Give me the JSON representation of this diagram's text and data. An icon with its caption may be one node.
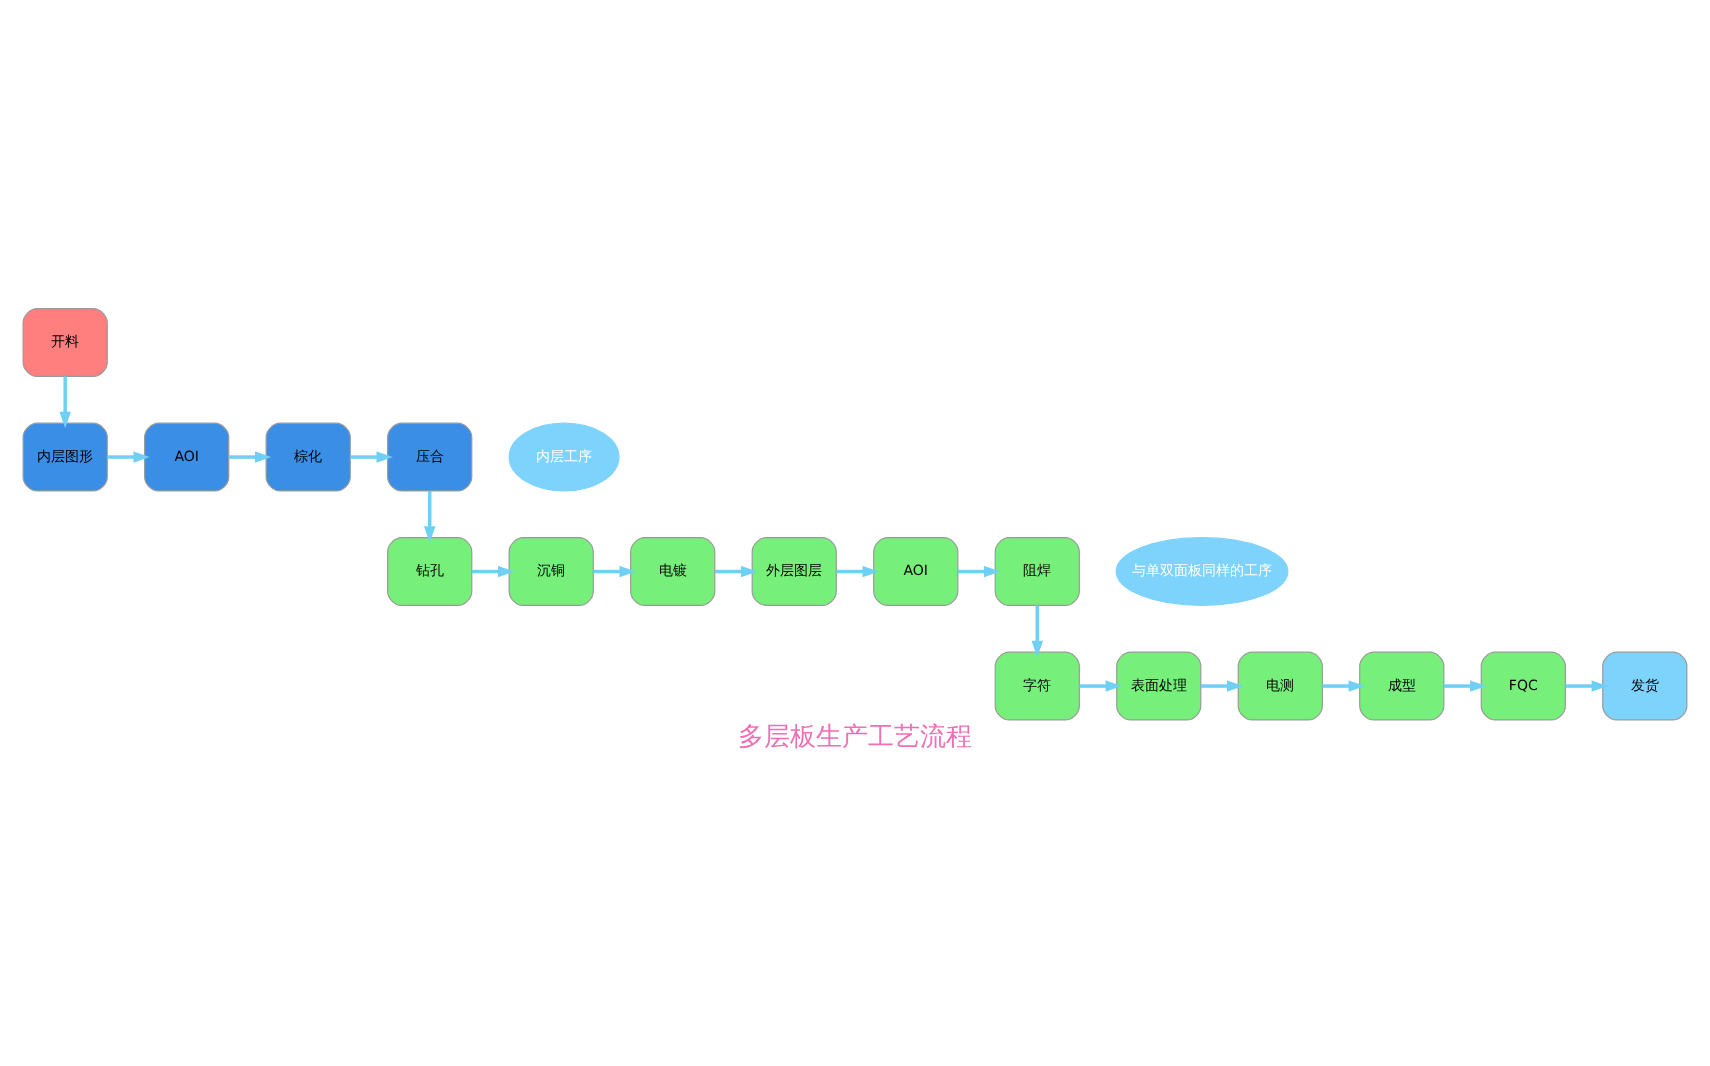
{
  "diagram": {
    "title": "多层板生产工艺流程",
    "nodes": [
      {
        "text": [
          "开料"
        ]
      },
      {
        "text": [
          "内层图形"
        ]
      },
      {
        "text": [
          "AOI"
        ]
      },
      {
        "text": [
          "棕化"
        ]
      },
      {
        "text": [
          "压合"
        ]
      },
      {
        "text": [
          "钻孔"
        ]
      },
      {
        "text": [
          "沉铜"
        ]
      },
      {
        "text": [
          "电镀"
        ]
      },
      {
        "text": [
          "外层图层"
        ]
      },
      {
        "text": [
          "AOI"
        ]
      },
      {
        "text": [
          "阻焊"
        ]
      },
      {
        "text": [
          "字符"
        ]
      },
      {
        "text": [
          "表面处理"
        ]
      },
      {
        "text": [
          "电测"
        ]
      },
      {
        "text": [
          "成型"
        ]
      },
      {
        "text": [
          "FQC"
        ]
      },
      {
        "text": [
          "发货"
        ]
      },
      {
        "text": [
          "内层工序"
        ]
      },
      {
        "text": [
          "与单双面板同样的工序"
        ]
      }
    ],
    "edges": [
      {
        "from": 0,
        "to": 1,
        "arrow": "to"
      },
      {
        "from": 1,
        "to": 2,
        "arrow": "to"
      },
      {
        "from": 2,
        "to": 3,
        "arrow": "to"
      },
      {
        "from": 3,
        "to": 4,
        "arrow": "to"
      },
      {
        "from": 4,
        "to": 5,
        "arrow": "to"
      },
      {
        "from": 5,
        "to": 6,
        "arrow": "to"
      },
      {
        "from": 6,
        "to": 7,
        "arrow": "to"
      },
      {
        "from": 7,
        "to": 8,
        "arrow": "to"
      },
      {
        "from": 8,
        "to": 9,
        "arrow": "to"
      },
      {
        "from": 9,
        "to": 10,
        "arrow": "to"
      },
      {
        "from": 10,
        "to": 11,
        "arrow": "to"
      },
      {
        "from": 11,
        "to": 12,
        "arrow": "to"
      },
      {
        "from": 12,
        "to": 13,
        "arrow": "to"
      },
      {
        "from": 13,
        "to": 14,
        "arrow": "to"
      },
      {
        "from": 14,
        "to": 15,
        "arrow": "to"
      },
      {
        "from": 15,
        "to": 16,
        "arrow": "to"
      }
    ]
  }
}
